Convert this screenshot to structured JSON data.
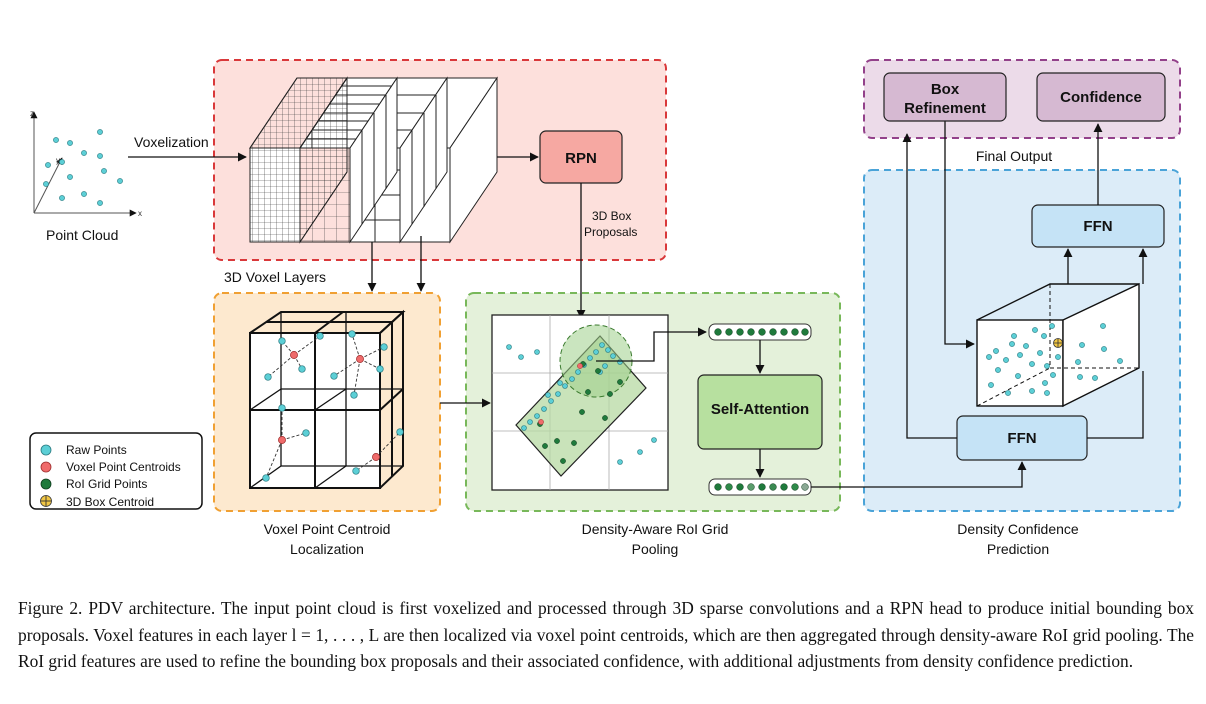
{
  "figure": {
    "point_cloud_label": "Point Cloud",
    "voxelization_label": "Voxelization",
    "voxel_layers_label": "3D Voxel Layers",
    "rpn_label": "RPN",
    "proposals_label_line1": "3D Box",
    "proposals_label_line2": "Proposals",
    "self_attention_label": "Self-Attention",
    "box_refinement_line1": "Box",
    "box_refinement_line2": "Refinement",
    "confidence_label": "Confidence",
    "final_output_label": "Final Output",
    "ffn_top_label": "FFN",
    "ffn_bottom_label": "FFN",
    "centroid_section_line1": "Voxel Point Centroid",
    "centroid_section_line2": "Localization",
    "pooling_section_line1": "Density-Aware RoI Grid",
    "pooling_section_line2": "Pooling",
    "density_section_line1": "Density Confidence",
    "density_section_line2": "Prediction",
    "axis_x": "x",
    "axis_y": "y",
    "axis_z": "z"
  },
  "legend": {
    "raw_points": "Raw Points",
    "voxel_centroids": "Voxel Point Centroids",
    "roi_grid_points": "RoI Grid Points",
    "box_centroid": "3D Box Centroid"
  },
  "colors": {
    "raw_point": "#5ccfd6",
    "voxel_centroid": "#ef6b6b",
    "roi_grid_point": "#1f7a3c",
    "box_centroid": "#f2c744",
    "red_region": "#fde0dc",
    "orange_region": "#fde9cf",
    "green_region": "#e4f1da",
    "blue_region": "#dcecf8",
    "purple_region": "#ecdbe9"
  },
  "caption": "Figure 2. PDV architecture. The input point cloud is first voxelized and processed through 3D sparse convolutions and a RPN head to produce initial bounding box proposals. Voxel features in each layer l = 1, . . . , L are then localized via voxel point centroids, which are then aggregated through density-aware RoI grid pooling. The RoI grid features are used to refine the bounding box proposals and their associated confidence, with additional adjustments from density confidence prediction."
}
